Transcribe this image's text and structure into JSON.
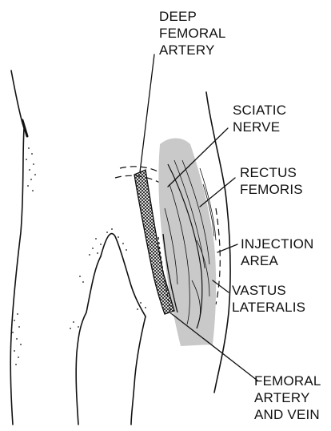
{
  "labels": {
    "deep_femoral_artery": [
      "DEEP",
      "FEMORAL",
      "ARTERY"
    ],
    "sciatic_nerve": [
      "SCIATIC",
      "NERVE"
    ],
    "rectus_femoris": [
      "RECTUS",
      "FEMORIS"
    ],
    "injection_area": [
      "INJECTION",
      "AREA"
    ],
    "vastus_lateralis": [
      "VASTUS",
      "LATERALIS"
    ],
    "femoral_artery_and_vein": [
      "FEMORAL",
      "ARTERY",
      "AND VEIN"
    ]
  },
  "colors": {
    "ink": "#111111",
    "muscle_shading": "#c9c9c9"
  }
}
